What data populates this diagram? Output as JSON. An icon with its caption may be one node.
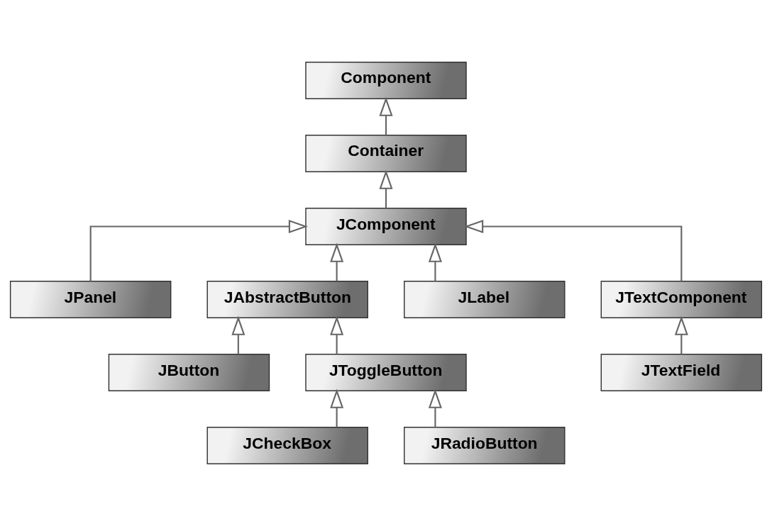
{
  "diagram": {
    "nodes": [
      {
        "text": [
          "Component"
        ]
      },
      {
        "text": [
          "Container"
        ]
      },
      {
        "text": [
          "JComponent"
        ]
      },
      {
        "text": [
          "JPanel"
        ]
      },
      {
        "text": [
          "JAbstractButton"
        ]
      },
      {
        "text": [
          "JLabel"
        ]
      },
      {
        "text": [
          "JTextComponent"
        ]
      },
      {
        "text": [
          "JButton"
        ]
      },
      {
        "text": [
          "JToggleButton"
        ]
      },
      {
        "text": [
          "JTextField"
        ]
      },
      {
        "text": [
          "JCheckBox"
        ]
      },
      {
        "text": [
          "JRadioButton"
        ]
      }
    ],
    "edges": [
      {
        "from": 1,
        "to": 0,
        "arrow": "to"
      },
      {
        "from": 2,
        "to": 1,
        "arrow": "to"
      },
      {
        "from": 3,
        "to": 2,
        "arrow": "to"
      },
      {
        "from": 4,
        "to": 2,
        "arrow": "to"
      },
      {
        "from": 5,
        "to": 2,
        "arrow": "to"
      },
      {
        "from": 6,
        "to": 2,
        "arrow": "to"
      },
      {
        "from": 7,
        "to": 4,
        "arrow": "to"
      },
      {
        "from": 8,
        "to": 4,
        "arrow": "to"
      },
      {
        "from": 9,
        "to": 6,
        "arrow": "to"
      },
      {
        "from": 10,
        "to": 8,
        "arrow": "to"
      },
      {
        "from": 11,
        "to": 8,
        "arrow": "to"
      }
    ]
  }
}
